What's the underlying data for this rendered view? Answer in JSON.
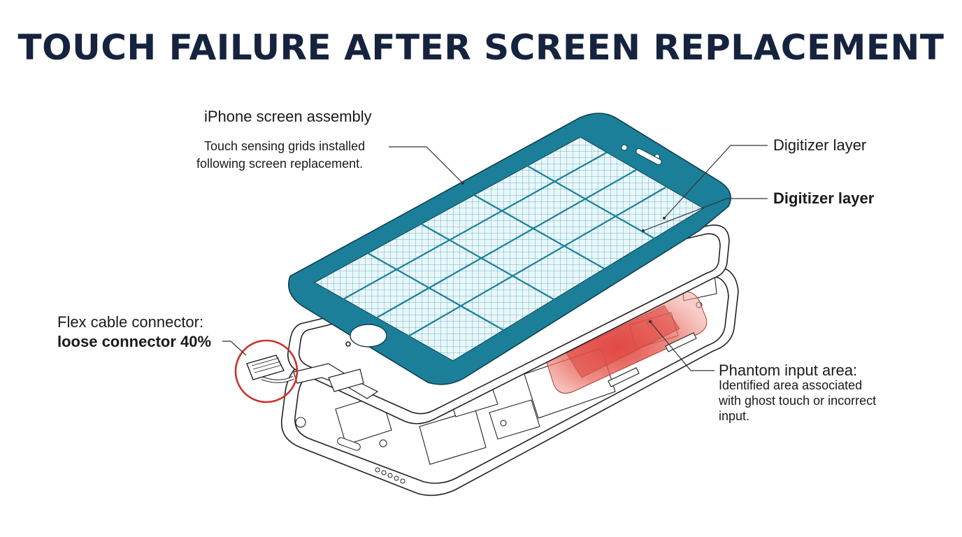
{
  "title": "TOUCH FAILURE AFTER SCREEN REPLACEMENT",
  "callouts": {
    "screen_assembly": {
      "heading": "iPhone screen assembly",
      "desc_line1": "Touch sensing grids installed",
      "desc_line2": "following screen replacement."
    },
    "digitizer_top": "Digitizer layer",
    "digitizer_bold": "Digitizer layer",
    "flex_cable": {
      "line1": "Flex cable connector:",
      "line2": "loose connector 40%"
    },
    "phantom": {
      "heading": "Phantom input area:",
      "line1": "Identified area associated",
      "line2": "with ghost touch or incorrect",
      "line3": "input."
    }
  },
  "colors": {
    "title": "#15233f",
    "screen_frame": "#1b7f9a",
    "grid": "#2a93a8",
    "phantom": "#e0463f",
    "highlight_ring": "#c8322c"
  },
  "icons": [
    "iphone-exploded-illustration",
    "highlight-circle",
    "flex-connector"
  ]
}
